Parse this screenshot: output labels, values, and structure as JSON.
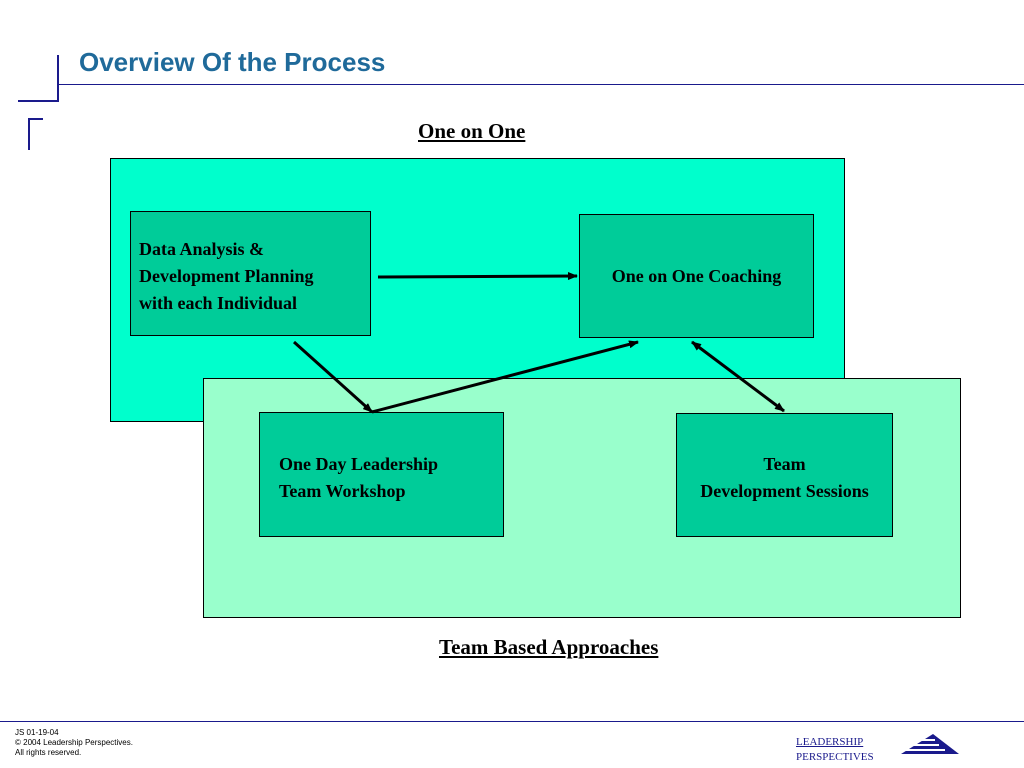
{
  "slide": {
    "title": "Overview Of the Process"
  },
  "diagram": {
    "region_top_label": "One on One",
    "region_bottom_label": "Team Based Approaches",
    "boxes": {
      "data_analysis": [
        "Data Analysis &",
        "Development Planning",
        "with each Individual"
      ],
      "coaching": [
        "One on One Coaching"
      ],
      "workshop": [
        "One Day Leadership",
        "Team Workshop"
      ],
      "team_sessions": [
        "Team",
        "Development Sessions"
      ]
    },
    "colors": {
      "region_top": "#00ffcc",
      "region_bottom": "#99ffcc",
      "box_fill": "#00cc99",
      "title": "#1f6a9a",
      "rule": "#1a1a8c"
    }
  },
  "footer": {
    "lines": [
      "JS 01-19-04",
      "© 2004 Leadership Perspectives.",
      "All rights reserved."
    ],
    "brand": [
      "LEADERSHIP",
      "PERSPECTIVES"
    ],
    "logo_icon": "stacked-lines-triangle-icon"
  }
}
